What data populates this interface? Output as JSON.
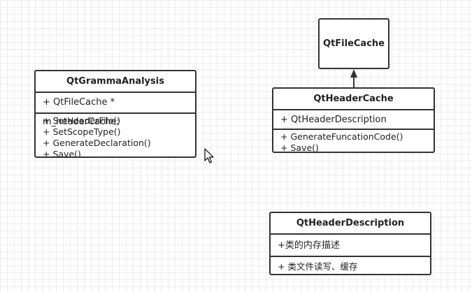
{
  "classes": {
    "gramma": {
      "name": "QtGrammaAnalysis",
      "attributes": [
        "+ QtFileCache * m_headerCache;"
      ],
      "operations": [
        "+ SetHeaderFile()",
        "+ SetScopeType()",
        "+ GenerateDeclaration()",
        "+ Save()"
      ]
    },
    "file_cache": {
      "name": "QtFileCache"
    },
    "header_cache": {
      "name": "QtHeaderCache",
      "attributes": [
        "+ QtHeaderDescription"
      ],
      "operations": [
        "+ GenerateFuncationCode()",
        "+ Save()"
      ]
    },
    "header_description": {
      "name": "QtHeaderDescription",
      "attributes": [
        "+类的内存描述"
      ],
      "operations": [
        "+ 类文件读写、缓存"
      ]
    }
  },
  "colors": {
    "stroke": "#333333",
    "grid": "#ececec",
    "background": "#ffffff"
  },
  "cursor_icon": "mouse-pointer-icon"
}
